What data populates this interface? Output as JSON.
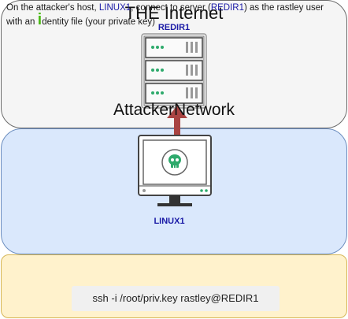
{
  "internet": {
    "title": "THE Internet"
  },
  "server": {
    "label": "REDIR1"
  },
  "attacker": {
    "title": "AttackerNetwork"
  },
  "workstation": {
    "label": "LINUX1"
  },
  "note": {
    "part1": "On the attacker's host, ",
    "host": "LINUX1",
    "part2": ", connect to server (",
    "server": "REDIR1",
    "part3": ") as the rastley user with an ",
    "big_i": "i",
    "part4": "dentity file (your private key)",
    "command": "ssh -i /root/priv.key rastley@REDIR1"
  },
  "colors": {
    "internet_zone": "#f5f5f5",
    "attacker_zone": "#dae8fc",
    "note_zone": "#fff2cc",
    "label_blue": "#1a1aa6",
    "arrow": "#a94442",
    "skull": "#2eaa6c"
  },
  "icons": [
    "server-rack-icon",
    "monitor-icon",
    "skull-icon",
    "arrow-up-icon"
  ]
}
